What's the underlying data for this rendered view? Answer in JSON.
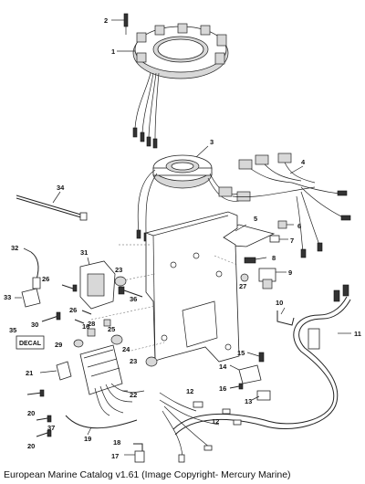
{
  "caption": "European Marine Catalog v1.61 (Image Copyright- Mercury Marine)",
  "decal_label": "DECAL",
  "callouts": [
    "1",
    "2",
    "3",
    "4",
    "5",
    "6",
    "7",
    "8",
    "9",
    "10",
    "11",
    "12",
    "13",
    "14",
    "15",
    "16",
    "17",
    "18",
    "19",
    "20",
    "21",
    "22",
    "23",
    "24",
    "25",
    "26",
    "27",
    "28",
    "29",
    "30",
    "31",
    "32",
    "33",
    "34",
    "35",
    "36",
    "37"
  ]
}
